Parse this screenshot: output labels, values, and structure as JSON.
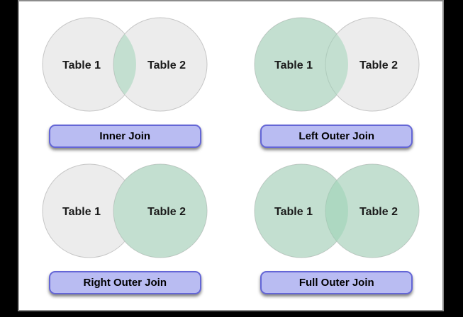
{
  "colors": {
    "canvas_bg": "#000000",
    "panel_bg": "#ffffff",
    "panel_border": "#8c8c8c",
    "circle_fill": "#ececec",
    "circle_stroke": "#c6c6c6",
    "highlight": "#92d0af",
    "button_bg": "#b9bcf2",
    "button_border": "#6466d6",
    "button_text": "#000000",
    "label_text": "#1a1a1a"
  },
  "diagrams": [
    {
      "name": "Inner Join",
      "highlight": "intersection",
      "left_circle": "Table 1",
      "right_circle": "Table 2"
    },
    {
      "name": "Left Outer Join",
      "highlight": "left",
      "left_circle": "Table 1",
      "right_circle": "Table 2"
    },
    {
      "name": "Right Outer Join",
      "highlight": "right",
      "left_circle": "Table 1",
      "right_circle": "Table 2"
    },
    {
      "name": "Full Outer Join",
      "highlight": "both",
      "left_circle": "Table 1",
      "right_circle": "Table 2"
    }
  ]
}
